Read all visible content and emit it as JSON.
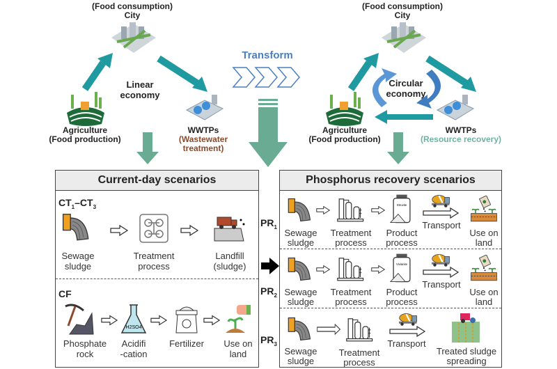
{
  "top": {
    "left": {
      "city_note": "(Food consumption)",
      "city": "City",
      "economy_line1": "Linear",
      "economy_line2": "economy",
      "agriculture": "Agriculture",
      "agriculture_note": "(Food production)",
      "wwtp": "WWTPs",
      "wwtp_note_line1": "(Wastewater",
      "wwtp_note_line2": "treatment)"
    },
    "transform": "Transform",
    "right": {
      "city_note": "(Food consumption)",
      "city": "City",
      "economy_line1": "Circular",
      "economy_line2": "economy",
      "agriculture": "Agriculture",
      "agriculture_note": "(Food production)",
      "wwtp": "WWTPs",
      "wwtp_note": "(Resource recovery)"
    },
    "colors": {
      "teal": "#1f9aa0",
      "green_arrow": "#6aab93",
      "transform_blue": "#4a7fc0",
      "wastewater_brown": "#8b4a2b",
      "resource_teal": "#6fb3a0"
    }
  },
  "current": {
    "title": "Current-day scenarios",
    "ct": {
      "a": "CT",
      "a_sub": "1",
      "b": "–CT",
      "b_sub": "3"
    },
    "ct_steps": [
      {
        "l1": "Sewage",
        "l2": "sludge"
      },
      {
        "l1": "Treatment",
        "l2": "process"
      },
      {
        "l1": "Landfill",
        "l2": "(sludge)"
      }
    ],
    "cf": "CF",
    "cf_steps": [
      {
        "l1": "Phosphate",
        "l2": "rock"
      },
      {
        "l1": "Acidifi",
        "l2": "-cation"
      },
      {
        "l1": "Fertilizer",
        "l2": ""
      },
      {
        "l1": "Use on",
        "l2": "land"
      }
    ],
    "acid_formula": "H2SO4"
  },
  "pr_labels": [
    {
      "a": "PR",
      "sub": "1"
    },
    {
      "a": "PR",
      "sub": "2"
    },
    {
      "a": "PR",
      "sub": "3"
    }
  ],
  "recovery": {
    "title": "Phosphorus recovery scenarios",
    "rows": [
      {
        "sludge": {
          "l1": "Sewage",
          "l2": "sludge"
        },
        "treat": {
          "l1": "Treatment",
          "l2": "process"
        },
        "product": {
          "l1": "Product",
          "l2": "process"
        },
        "bottle": "Struvite",
        "transport": "Transport",
        "end": {
          "l1": "Use on",
          "l2": "land"
        }
      },
      {
        "sludge": {
          "l1": "Sewage",
          "l2": "sludge"
        },
        "treat": {
          "l1": "Treatment",
          "l2": "process"
        },
        "product": {
          "l1": "Product",
          "l2": "process"
        },
        "bottle": "Vivianite",
        "transport": "Transport",
        "end": {
          "l1": "Use on",
          "l2": "land"
        }
      },
      {
        "sludge": {
          "l1": "Sewage",
          "l2": "sludge"
        },
        "treat": {
          "l1": "Treatment",
          "l2": "process"
        },
        "transport": "Transport",
        "end": {
          "l1": "Treated sludge",
          "l2": "spreading"
        }
      }
    ]
  }
}
